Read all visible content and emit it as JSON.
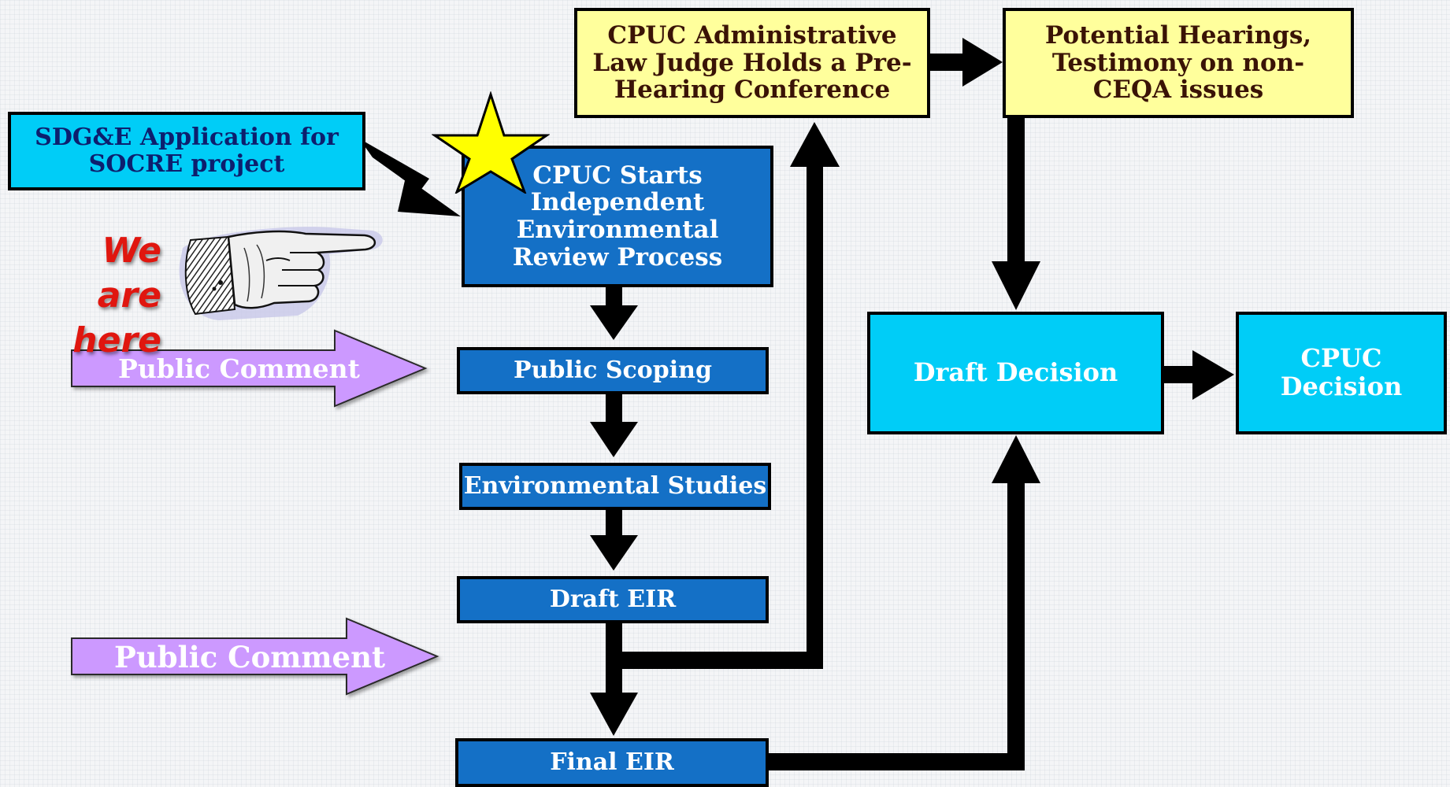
{
  "boxes": {
    "application": "SDG&E Application for SOCRE project",
    "start_review": "CPUC Starts Independent Environmental Review Process",
    "public_scoping": "Public Scoping",
    "env_studies": "Environmental Studies",
    "draft_eir": "Draft EIR",
    "final_eir": "Final EIR",
    "alj_conference": "CPUC Administrative Law Judge Holds a Pre-Hearing Conference",
    "hearings": "Potential Hearings, Testimony on non-CEQA issues",
    "draft_decision": "Draft Decision",
    "cpuc_decision": "CPUC Decision"
  },
  "public_comment_1": "Public Comment",
  "public_comment_2": "Public Comment",
  "we_are_here": {
    "line1": "We are",
    "line2": "here"
  },
  "icons": [
    "star-icon",
    "pointing-hand-icon"
  ],
  "colors": {
    "blue_box": "#1470c6",
    "cyan_box": "#00cdf7",
    "yellow_box": "#ffff9c",
    "public_comment_arrow": "#cc99ff",
    "we_are_here": "#e0160f",
    "star": "#ffff00"
  }
}
